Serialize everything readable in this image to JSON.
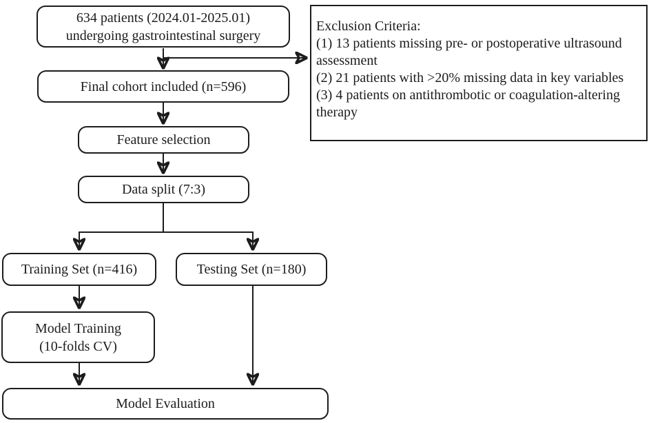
{
  "diagram": {
    "type": "flowchart",
    "colors": {
      "background": "#ffffff",
      "line": "#1c1c1c",
      "box_fill": "#ffffff",
      "text": "#1c1c1c"
    },
    "nodes": {
      "patients": {
        "text": "634 patients (2024.01-2025.01)\nundergoing gastrointestinal surgery"
      },
      "exclusion": {
        "text": "Exclusion Criteria:\n(1) 13 patients missing pre- or postoperative ultrasound\nassessment\n(2) 21 patients with >20% missing data in key variables\n(3) 4 patients on antithrombotic or coagulation-altering\ntherapy"
      },
      "final_cohort": {
        "text": "Final cohort included (n=596)"
      },
      "feature_selection": {
        "text": "Feature selection"
      },
      "data_split": {
        "text": "Data split (7:3)"
      },
      "training_set": {
        "text": "Training Set (n=416)"
      },
      "testing_set": {
        "text": "Testing Set (n=180)"
      },
      "model_training": {
        "text": "Model Training\n(10-folds CV)"
      },
      "model_evaluation": {
        "text": "Model Evaluation"
      }
    },
    "edges": [
      {
        "from": "patients",
        "to": "final_cohort"
      },
      {
        "from": "patients",
        "to": "exclusion"
      },
      {
        "from": "final_cohort",
        "to": "feature_selection"
      },
      {
        "from": "feature_selection",
        "to": "data_split"
      },
      {
        "from": "data_split",
        "to": "training_set"
      },
      {
        "from": "data_split",
        "to": "testing_set"
      },
      {
        "from": "training_set",
        "to": "model_training"
      },
      {
        "from": "model_training",
        "to": "model_evaluation"
      },
      {
        "from": "testing_set",
        "to": "model_evaluation"
      }
    ]
  }
}
